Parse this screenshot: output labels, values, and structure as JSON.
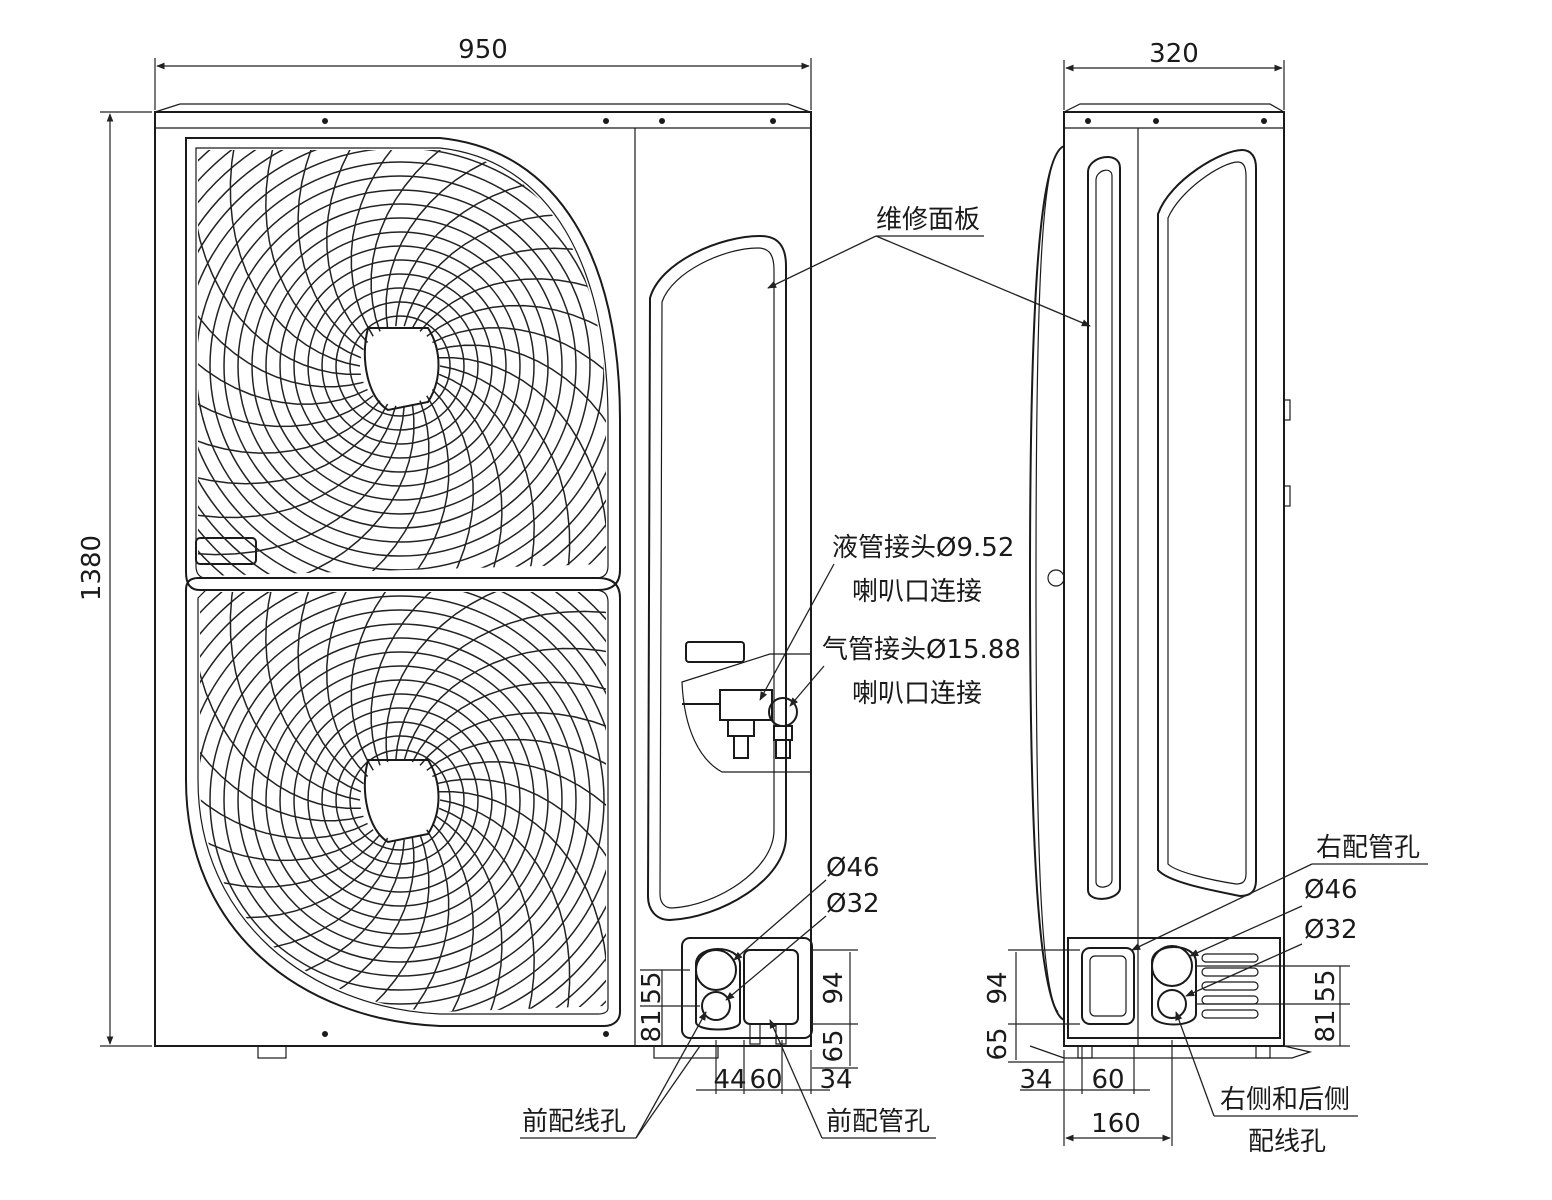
{
  "dimensions": {
    "front_width": "950",
    "height": "1380",
    "side_width": "320",
    "side_base": "160",
    "front_hole_dia_large": "Ø46",
    "front_hole_dia_small": "Ø32",
    "right_hole_dia_large": "Ø46",
    "right_hole_dia_small": "Ø32",
    "front_v_55": "55",
    "front_v_81": "81",
    "front_v_94": "94",
    "front_v_65": "65",
    "front_h_44": "44",
    "front_h_60": "60",
    "front_h_34": "34",
    "side_v_94": "94",
    "side_v_65": "65",
    "side_v_55": "55",
    "side_v_81": "81",
    "side_h_34": "34",
    "side_h_60": "60"
  },
  "labels": {
    "service_panel": "维修面板",
    "liquid_pipe": "液管接头Ø9.52",
    "liquid_flare": "喇叭口连接",
    "gas_pipe": "气管接头Ø15.88",
    "gas_flare": "喇叭口连接",
    "front_wiring_hole": "前配线孔",
    "front_piping_hole": "前配管孔",
    "right_piping_hole": "右配管孔",
    "side_wiring_hole_line1": "右侧和后侧",
    "side_wiring_hole_line2": "配线孔"
  }
}
